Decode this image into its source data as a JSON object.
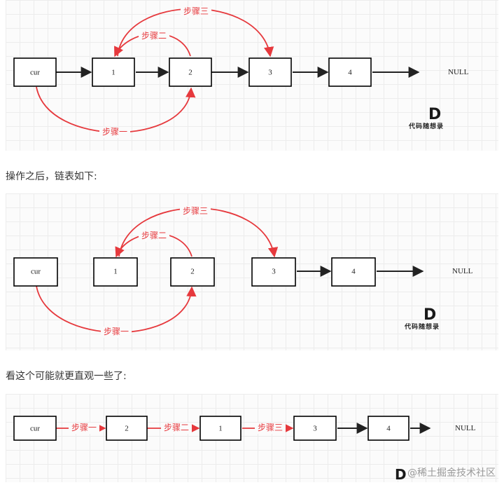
{
  "nodes": {
    "cur": "cur",
    "n1": "1",
    "n2": "2",
    "n3": "3",
    "n4": "4",
    "null": "NULL"
  },
  "steps": {
    "one": "步骤一",
    "two": "步骤二",
    "three": "步骤三"
  },
  "logo": {
    "letter": "D",
    "text": "代码随想录"
  },
  "captions": {
    "after": "操作之后，链表如下:",
    "clearer": "看这个可能就更直观一些了:"
  },
  "watermark": "@稀土掘金技术社区",
  "colors": {
    "accent_red": "#e6393d",
    "node_stroke": "#000000",
    "grid": "#ececec"
  }
}
